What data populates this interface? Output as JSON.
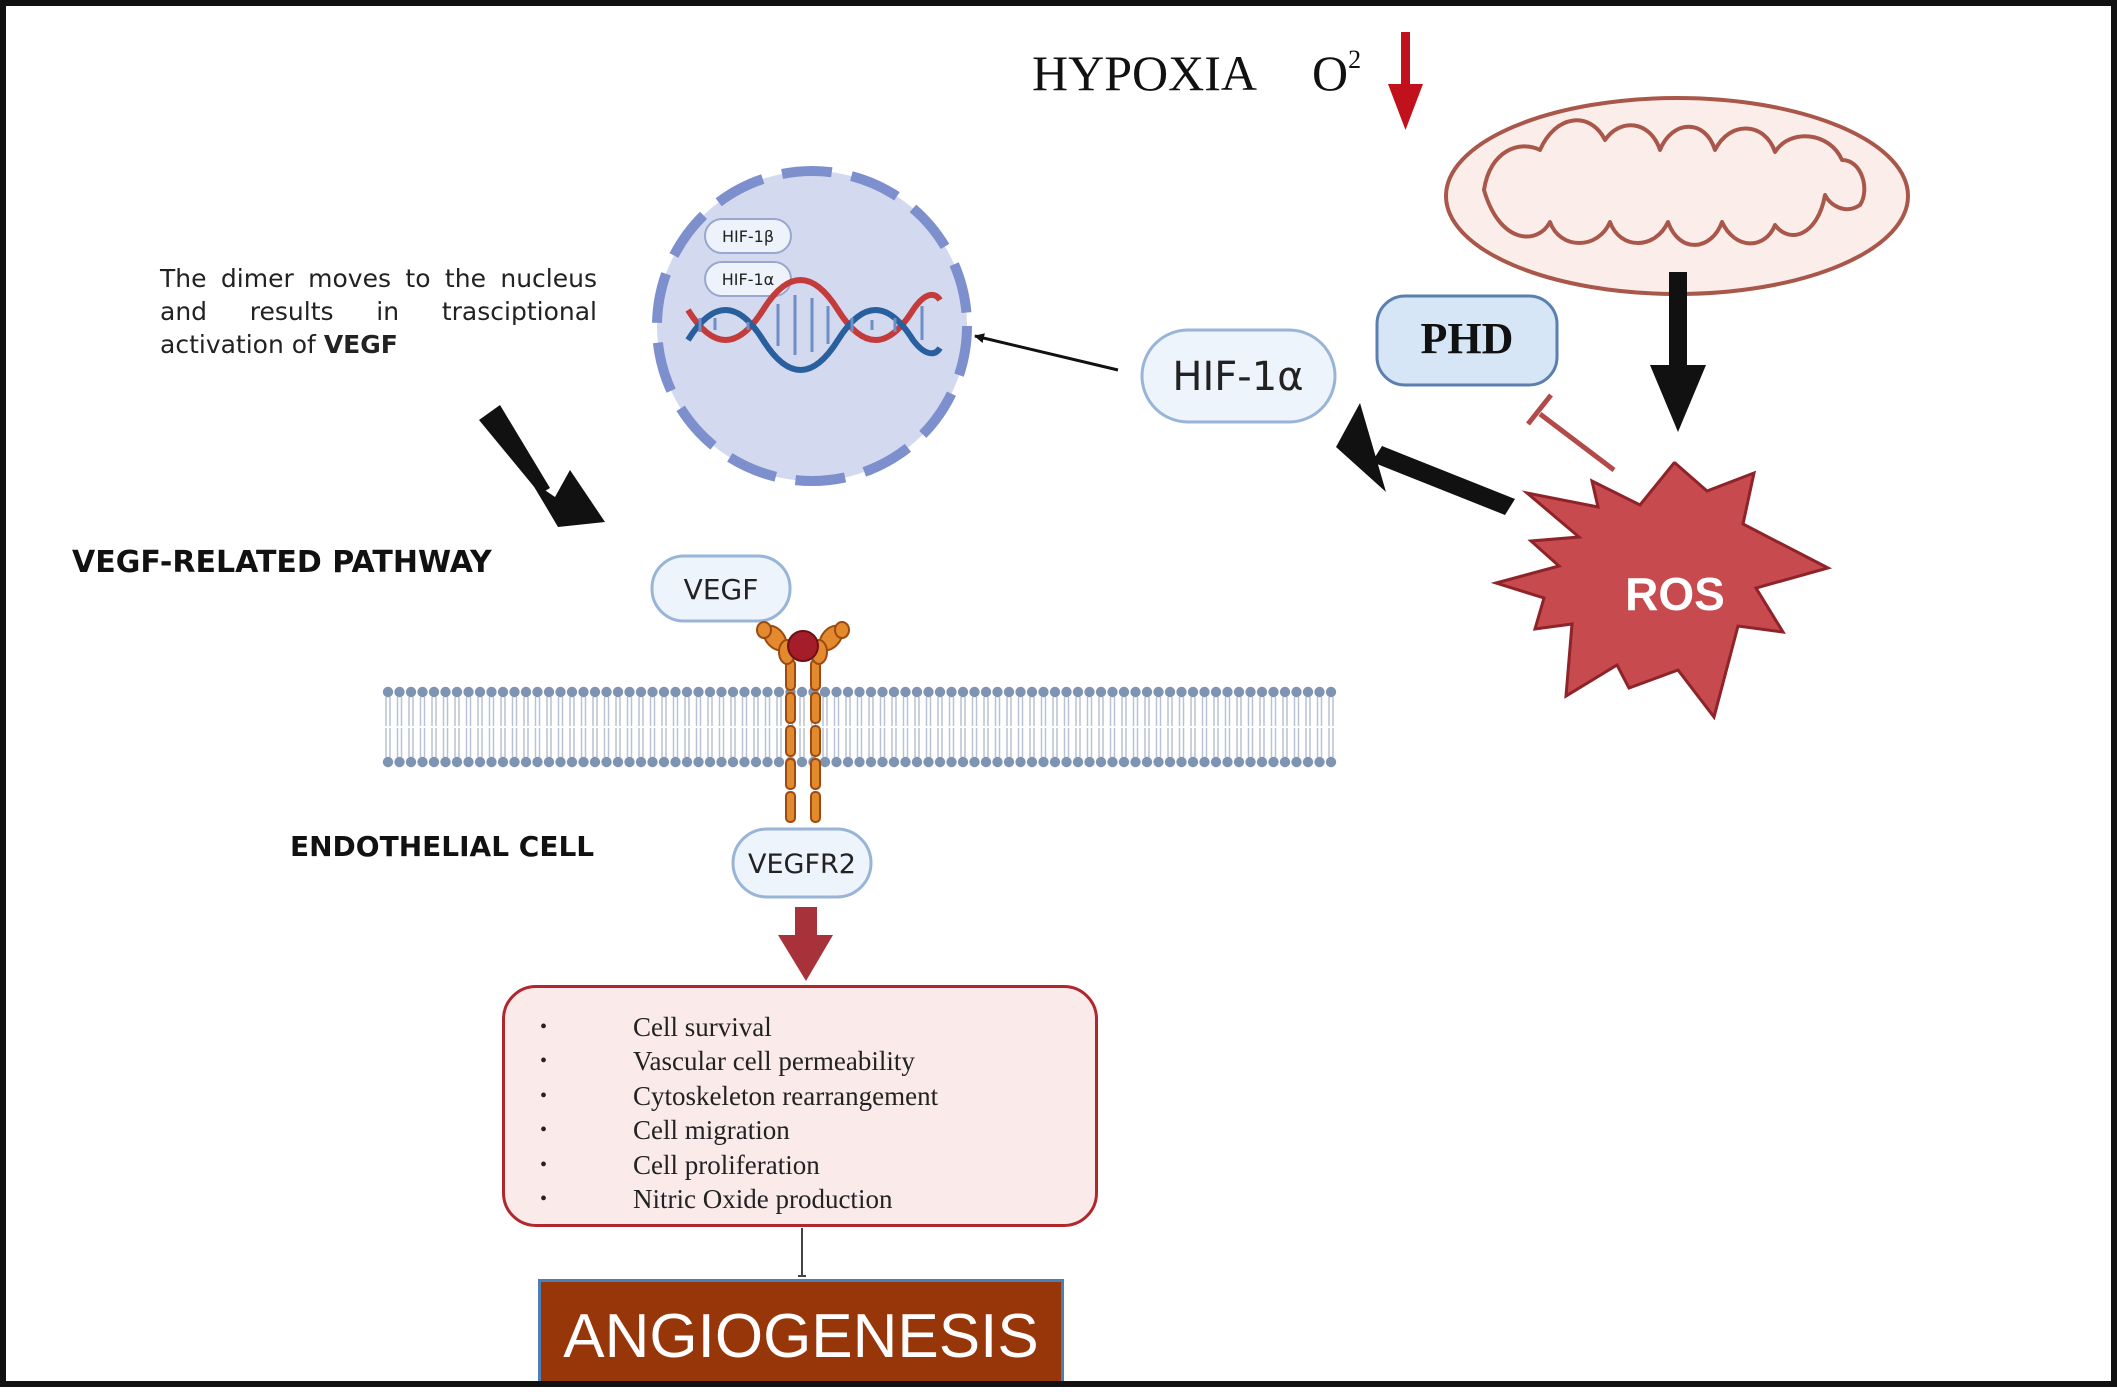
{
  "title": {
    "main": "HYPOXIA",
    "o2": "O",
    "o2_sup": "2"
  },
  "note": {
    "text": "The dimer moves to the nucleus and results in trasciptional activation of",
    "bold": "VEGF"
  },
  "nucleus": {
    "hif1b": "HIF-1β",
    "hif1a": "HIF-1α"
  },
  "labels": {
    "hif1a": "HIF-1α",
    "phd": "PHD",
    "ros": "ROS",
    "vegf": "VEGF",
    "vegfr2": "VEGFR2",
    "pathway": "VEGF-RELATED PATHWAY",
    "cell": "ENDOTHELIAL CELL"
  },
  "outcomes": [
    "Cell survival",
    "Vascular cell permeability",
    "Cytoskeleton rearrangement",
    "Cell migration",
    "Cell proliferation",
    "Nitric Oxide production"
  ],
  "outcome_bullet": "•",
  "result": "ANGIOGENESIS",
  "colors": {
    "arrow_red": "#c0111d",
    "ros_fill": "#c74a4f",
    "phd_fill": "#d7e6f6",
    "nucleus_fill": "#d3d9ee",
    "angio_fill": "#963609"
  }
}
